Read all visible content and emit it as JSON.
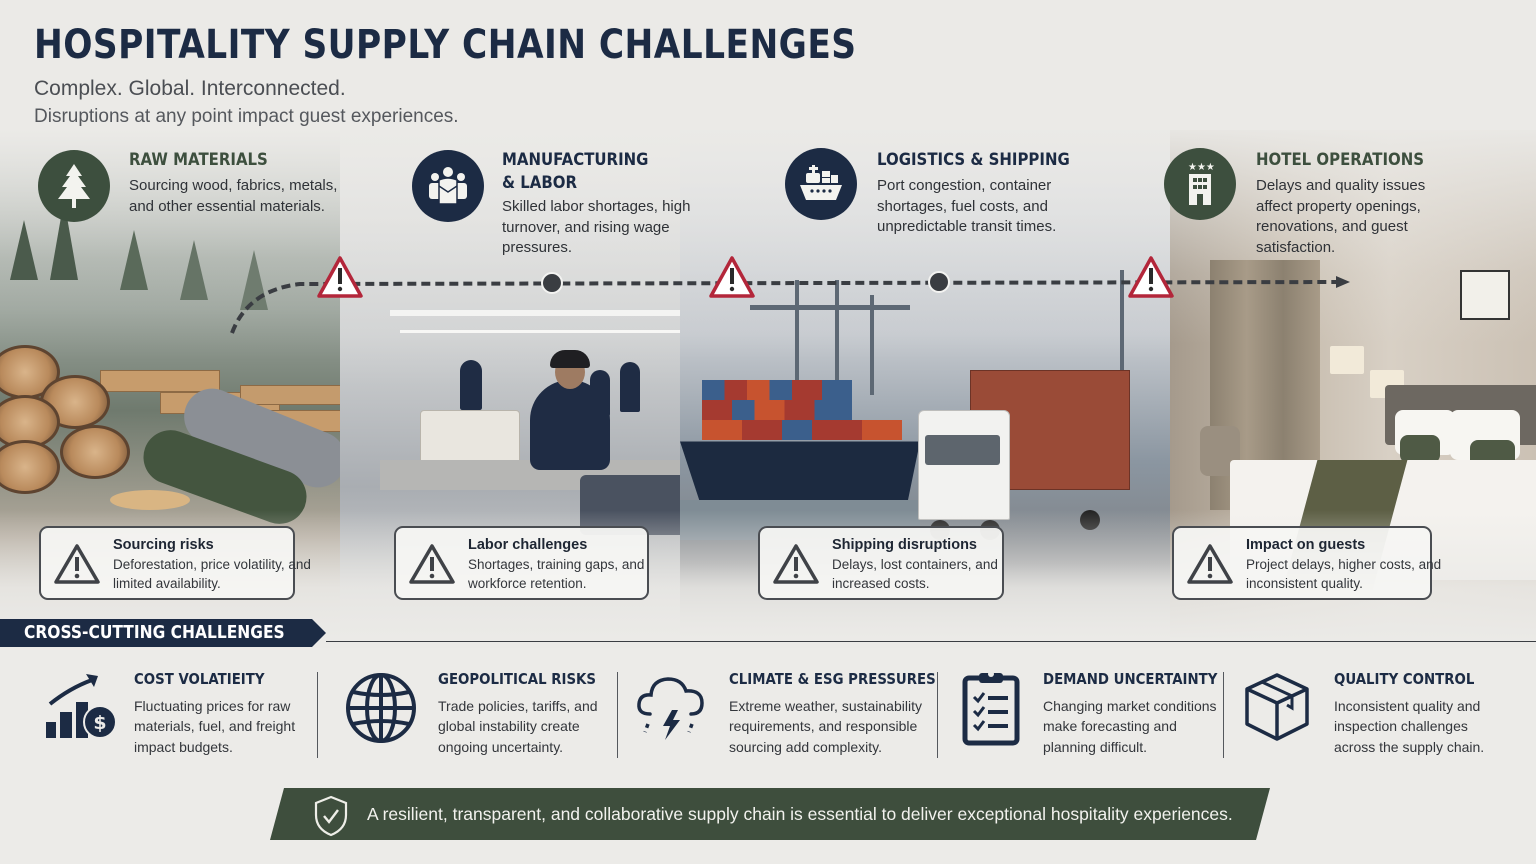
{
  "header": {
    "title": "HOSPITALITY SUPPLY CHAIN CHALLENGES",
    "subtitle": "Complex. Global. Interconnected.",
    "tagline": "Disruptions at any point impact guest experiences."
  },
  "stages": [
    {
      "title_line1": "RAW MATERIALS",
      "title_line2": "",
      "description": "Sourcing wood, fabrics, metals, and other essential materials.",
      "icon": "pine-tree-icon",
      "icon_color": "#3d4f3e"
    },
    {
      "title_line1": "MANUFACTURING",
      "title_line2": "& LABOR",
      "description": "Skilled labor shortages, high turnover, and rising wage pressures.",
      "icon": "workers-group-icon",
      "icon_color": "#1c2b44"
    },
    {
      "title_line1": "LOGISTICS & SHIPPING",
      "title_line2": "",
      "description": "Port congestion, container shortages, fuel costs, and unpredictable transit times.",
      "icon": "cargo-ship-icon",
      "icon_color": "#1c2b44"
    },
    {
      "title_line1": "HOTEL OPERATIONS",
      "title_line2": "",
      "description": "Delays and quality issues affect property openings, renovations, and guest satisfaction.",
      "icon": "hotel-building-icon",
      "icon_color": "#3d4f3e"
    }
  ],
  "flow": {
    "warning_icon": "warning-triangle-icon",
    "node_icon": "flow-node-dot",
    "warning_color": "#b3263a",
    "line_color": "#3a3d42"
  },
  "callouts": [
    {
      "title": "Sourcing risks",
      "text": "Deforestation, price volatility, and limited availability.",
      "icon": "warning-icon"
    },
    {
      "title": "Labor challenges",
      "text": "Shortages, training gaps, and workforce retention.",
      "icon": "warning-icon"
    },
    {
      "title": "Shipping disruptions",
      "text": "Delays, lost containers, and increased costs.",
      "icon": "warning-icon"
    },
    {
      "title": "Impact on guests",
      "text": "Project delays, higher costs, and inconsistent quality.",
      "icon": "warning-icon"
    }
  ],
  "cross_cutting": {
    "heading": "CROSS-CUTTING CHALLENGES",
    "items": [
      {
        "title": "COST VOLATIEITY",
        "text": "Fluctuating prices for raw materials, fuel, and freight impact budgets.",
        "icon": "rising-cost-chart-icon"
      },
      {
        "title": "GEOPOLITICAL RISKS",
        "text": "Trade policies, tariffs, and global instability create ongoing uncertainty.",
        "icon": "globe-icon"
      },
      {
        "title": "CLIMATE & ESG PRESSURES",
        "text": "Extreme weather, sustainability requirements, and responsible sourcing add complexity.",
        "icon": "storm-cloud-icon"
      },
      {
        "title": "DEMAND UNCERTAINTY",
        "text": "Changing market conditions make forecasting and planning difficult.",
        "icon": "clipboard-checklist-icon"
      },
      {
        "title": "QUALITY CONTROL",
        "text": "Inconsistent quality and inspection challenges across the supply chain.",
        "icon": "package-box-icon"
      }
    ]
  },
  "footer": {
    "text": "A resilient, transparent, and collaborative supply chain is essential to deliver exceptional hospitality experiences.",
    "icon": "shield-check-icon",
    "color": "#3e4e3d"
  },
  "colors": {
    "navy": "#1c2b44",
    "forest_green": "#3d4f3e",
    "warning_red": "#b3263a",
    "background": "#ebeae7"
  }
}
